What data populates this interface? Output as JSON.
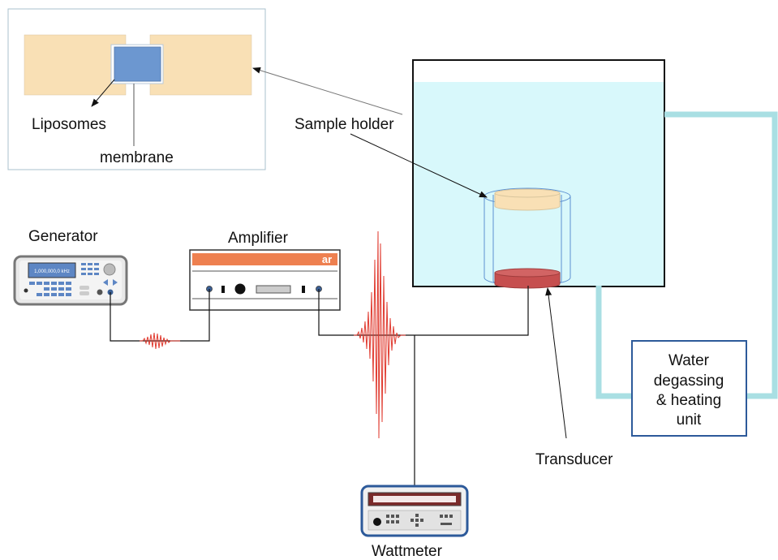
{
  "labels": {
    "liposomes": "Liposomes",
    "membrane": "membrane",
    "sample_holder": "Sample holder",
    "generator": "Generator",
    "amplifier": "Amplifier",
    "transducer": "Transducer",
    "wattmeter": "Wattmeter",
    "water_unit_line1": "Water",
    "water_unit_line2": "degassing",
    "water_unit_line3": "& heating",
    "water_unit_line4": "unit"
  },
  "devices": {
    "generator_display": "1,000,000,0 kHz",
    "amplifier_logo": "ar"
  },
  "colors": {
    "tan": "#f9e0b5",
    "membrane_blue": "#6c97d0",
    "water": "#d8f8fb",
    "pipe": "#a9dfe3",
    "signal_red": "#e03a2f",
    "amplifier_orange": "#ee8050",
    "device_border_blue": "#2d5a9a",
    "transducer_red": "#c64f4f"
  }
}
